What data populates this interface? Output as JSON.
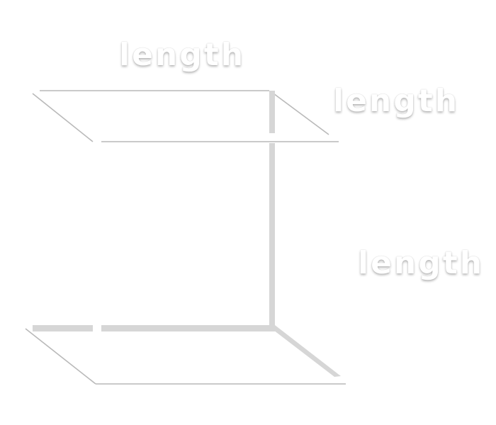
{
  "labels": {
    "top_edge": "length",
    "right_edge": "length",
    "vertical_edge": "length"
  },
  "colors": {
    "background": "#ffffff",
    "thin_edge": "#b9b9b9",
    "thick_edge": "#d6d6d6",
    "label_text": "#ffffff"
  }
}
